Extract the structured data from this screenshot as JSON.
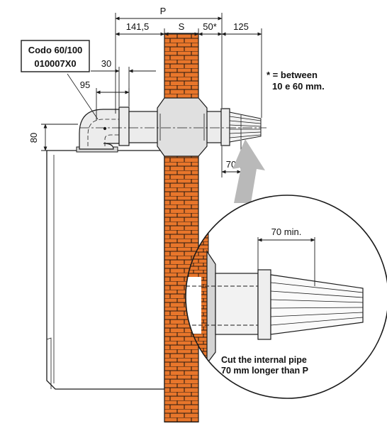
{
  "diagram": {
    "part_label": {
      "line1": "Codo 60/100",
      "line2": "010007X0"
    },
    "dimensions": {
      "P": "P",
      "d_141_5": "141,5",
      "S": "S",
      "d_50": "50*",
      "d_125": "125",
      "d_30": "30",
      "d_95": "95",
      "d_80": "80",
      "d_70": "70",
      "d_70_min": "70 min."
    },
    "footnote": {
      "line1": "* = between",
      "line2": "10 e 60 mm."
    },
    "instruction": {
      "line1": "Cut the internal pipe",
      "line2": "70 mm longer than P"
    },
    "colors": {
      "brick": "#e8762b",
      "mortar": "#2a1a10",
      "arrow": "#b9b9b9",
      "line": "#1a1a1a",
      "pipe": "#ececec"
    }
  }
}
